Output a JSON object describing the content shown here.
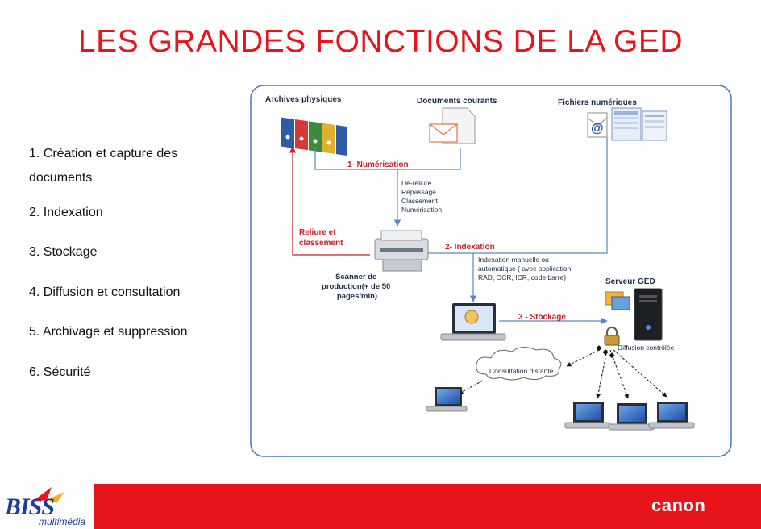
{
  "slide": {
    "title": "LES GRANDES FONCTIONS DE LA GED",
    "functions": [
      "1. Création et capture des documents",
      "2. Indexation",
      "3. Stockage",
      "4. Diffusion et consultation",
      "5. Archivage et suppression",
      "6. Sécurité"
    ]
  },
  "diagram": {
    "sources": {
      "archives": "Archives physiques",
      "documents": "Documents courants",
      "files": "Fichiers numériques"
    },
    "steps": {
      "digitization": "1- Numérisation",
      "indexing": "2- Indexation",
      "storage": "3 - Stockage"
    },
    "digitization_tasks": [
      "Dé-reliure",
      "Repassage",
      "Classement",
      "Numérisation"
    ],
    "rebinding": [
      "Reliure  et",
      "classement"
    ],
    "scanner": [
      "Scanner de",
      "production(+ de 50",
      "pages/min)"
    ],
    "indexing_desc": [
      "Indexation manuelle ou",
      "automatique  ( avec application",
      "RAD, OCR, ICR, code barre)"
    ],
    "server": "Serveur GED",
    "controlled_diffusion": "Diffusion contrôlée",
    "remote": "Consultation distante",
    "email_symbol": "@"
  },
  "footer": {
    "brand": "canon",
    "logo": "BISS",
    "logo_sub": "multimédia"
  },
  "colors": {
    "title": "#e8141b",
    "accent_red": "#c8202a",
    "connector_blue": "#5b87c8",
    "frame": "#4a78c0",
    "footer_band": "#e8141b",
    "logo_blue": "#1d3f9a"
  }
}
